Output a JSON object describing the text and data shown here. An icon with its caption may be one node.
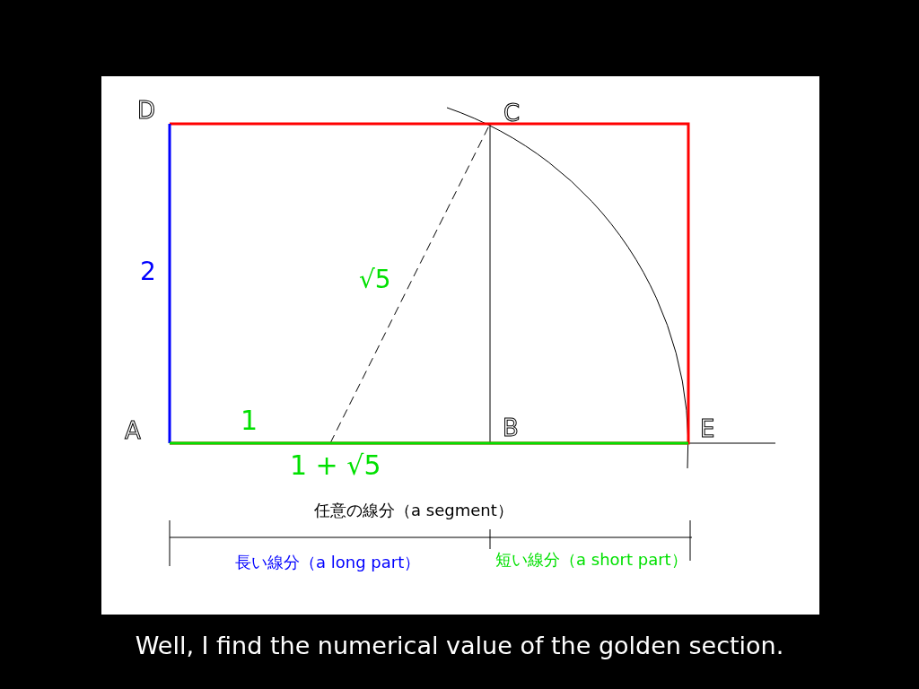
{
  "diagram": {
    "caption": "Well, I find the numerical value of the golden section.",
    "labels": [
      "D",
      "C",
      "2",
      "√5",
      "A",
      "1",
      "B",
      "E",
      "1 + √5",
      "任意の線分（a segment）",
      "長い線分（a long part）",
      "短い線分（a short part）"
    ]
  }
}
